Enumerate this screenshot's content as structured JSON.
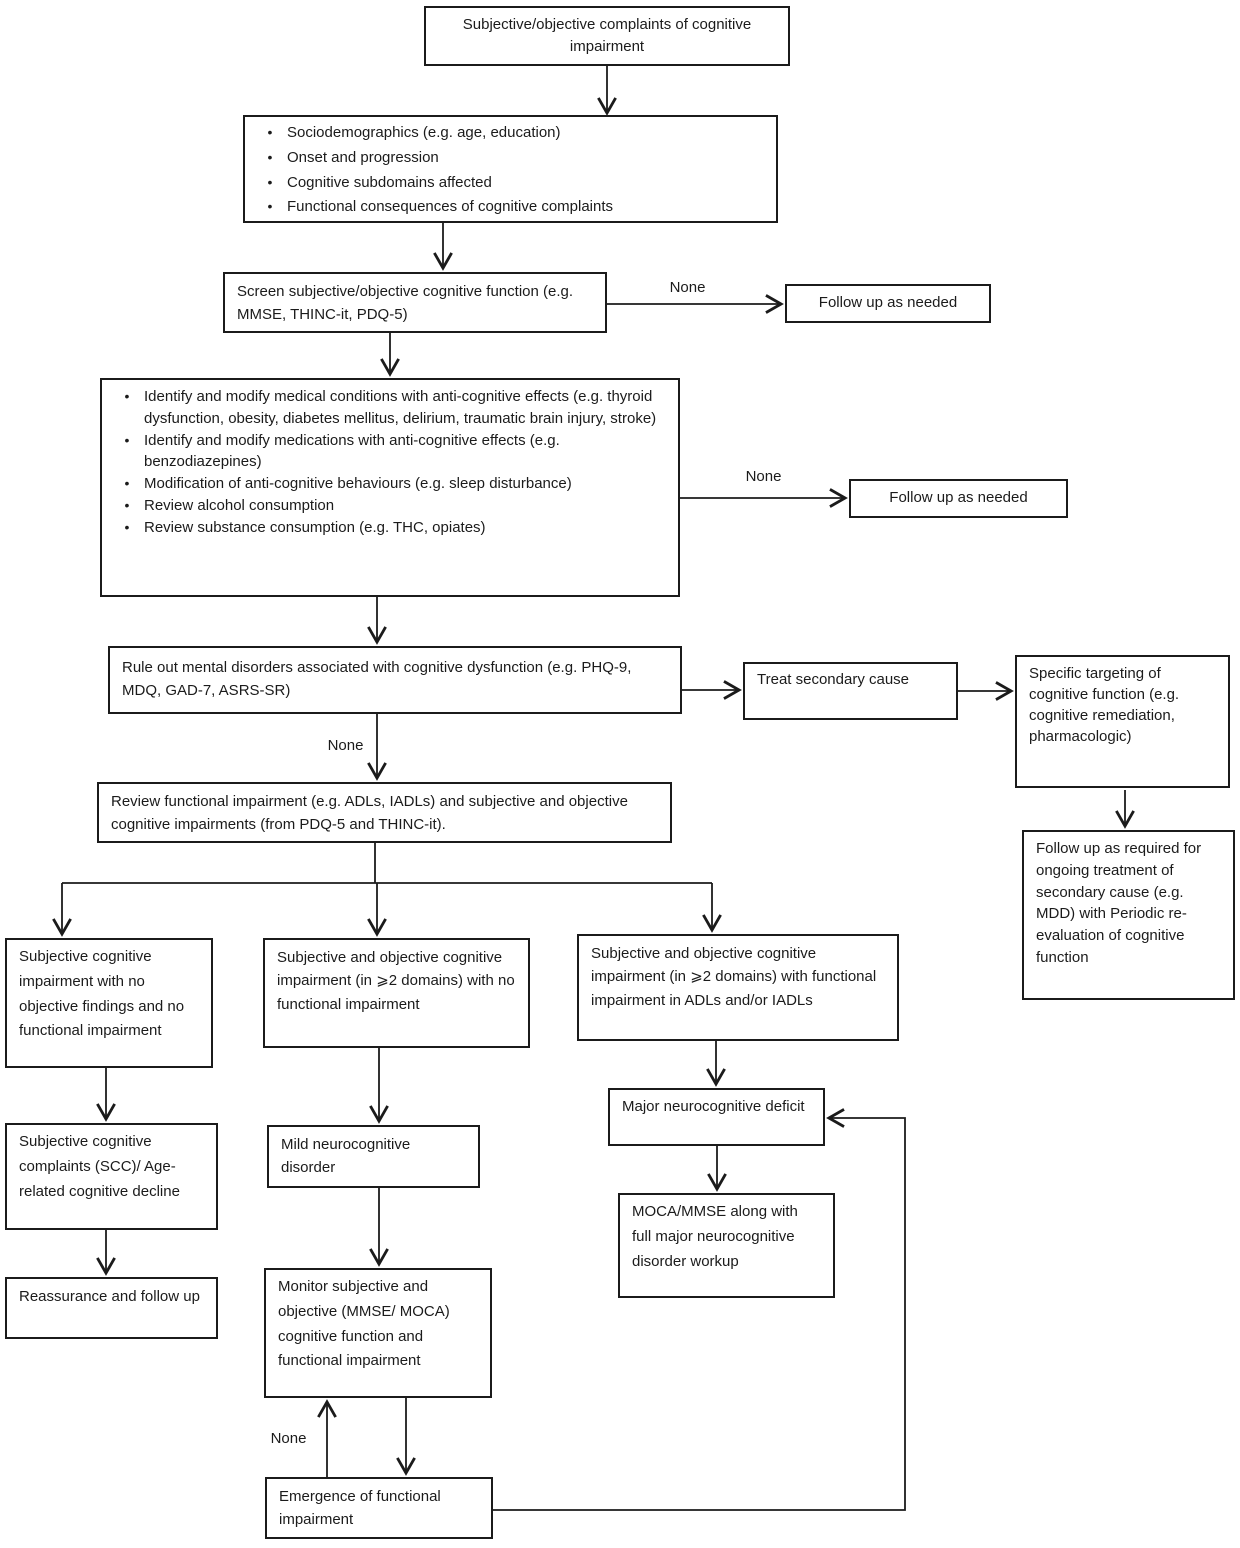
{
  "flowchart": {
    "bullet_glyph": "•",
    "nodes": {
      "complaints": "Subjective/objective complaints of cognitive impairment",
      "history_bullets": [
        "Sociodemographics (e.g. age, education)",
        "Onset and progression",
        "Cognitive subdomains affected",
        "Functional consequences of cognitive complaints"
      ],
      "screen": "Screen subjective/objective cognitive function (e.g. MMSE,  THINC-it,  PDQ-5)",
      "follow_up_screen": "Follow up as needed",
      "modify_bullets": [
        "Identify and modify medical conditions with anti-cognitive effects (e.g. thyroid dysfunction, obesity, diabetes mellitus, delirium, traumatic brain injury, stroke)",
        "Identify and modify medications with anti-cognitive effects (e.g. benzodiazepines)",
        "Modification of anti-cognitive behaviours (e.g. sleep disturbance)",
        "Review alcohol consumption",
        "Review substance consumption (e.g. THC, opiates)"
      ],
      "follow_up_modify": "Follow up as needed",
      "rule_out": "Rule out mental disorders associated with cognitive dysfunction (e.g. PHQ-9,  MDQ,  GAD-7,  ASRS-SR)",
      "treat_secondary": "Treat secondary cause",
      "specific_targeting": "Specific targeting of cognitive function (e.g. cognitive remediation, pharmacologic)",
      "follow_up_secondary": "Follow up as required for ongoing treatment of secondary cause (e.g. MDD)  with Periodic re-evaluation of cognitive function",
      "review_functional": "Review functional impairment (e.g. ADLs, IADLs) and subjective and objective cognitive impairments  (from PDQ-5 and THINC-it).",
      "subjective_only": "Subjective cognitive impairment  with no objective findings and no functional impairment",
      "subj_obj_no_functional": "Subjective and objective cognitive impairment  (in ⩾2 domains) with no functional impairment",
      "subj_obj_functional": "Subjective and objective cognitive impairment  (in ⩾2 domains) with functional impairment in ADLs and/or IADLs",
      "scc": "Subjective cognitive complaints (SCC)/ Age-related cognitive decline",
      "reassurance": "Reassurance and follow up",
      "mild_ncd": "Mild neurocognitive disorder",
      "monitor": "Monitor subjective and objective (MMSE/ MOCA) cognitive function and functional impairment",
      "major_ncd": "Major neurocognitive deficit",
      "major_workup": "MOCA/MMSE  along with full major neurocognitive disorder workup",
      "emergence": "Emergence of functional impairment"
    },
    "edge_labels": {
      "screen_none": "None",
      "modify_none": "None",
      "rule_out_none": "None",
      "emergence_none": "None"
    },
    "colors": {
      "line": "#1b1b1b",
      "background": "#ffffff"
    }
  }
}
